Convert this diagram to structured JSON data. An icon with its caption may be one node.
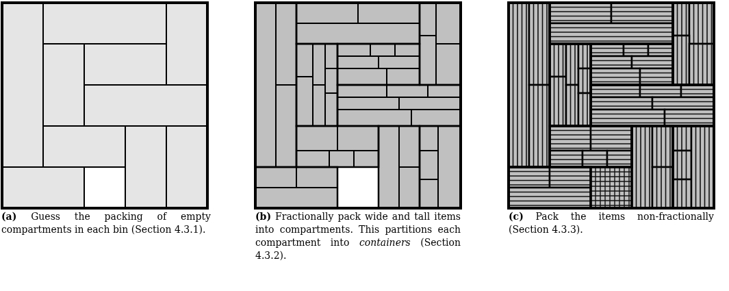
{
  "diagram": {
    "labels": [
      "**(a)** Guess the packing of empty compartments in each bin (Section 4.3.1).",
      "**(b)** Fractionally pack wide and tall items into compartments. This partitions each compartment into *containers* (Section 4.3.2).",
      "**(c)** Pack the items non-fractionally (Section 4.3.3)."
    ]
  }
}
